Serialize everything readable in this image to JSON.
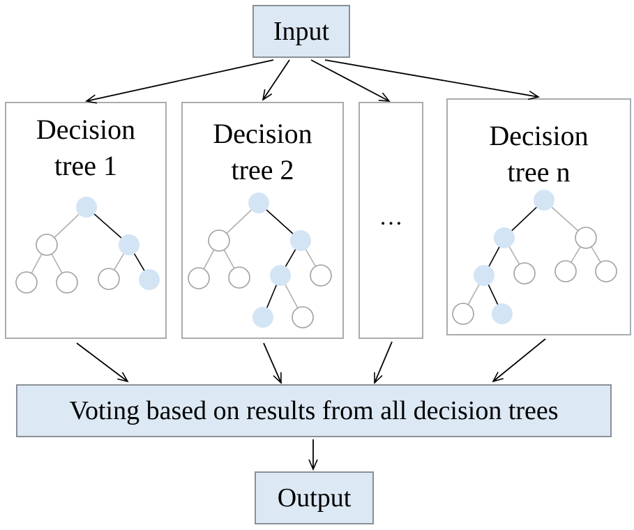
{
  "input_label": "Input",
  "output_label": "Output",
  "voting_label": "Voting based on results from all decision trees",
  "trees": [
    {
      "line1": "Decision",
      "line2": "tree 1"
    },
    {
      "line1": "Decision",
      "line2": "tree 2"
    },
    {
      "ellipsis": "…"
    },
    {
      "line1": "Decision",
      "line2": "tree n"
    }
  ],
  "colors": {
    "box_fill": "#dce8f4",
    "box_border": "#8a8f96",
    "node_active": "#d3e4f5",
    "node_inactive_stroke": "#a0a0a0",
    "edge_active": "#000000",
    "edge_inactive": "#b0b0b0"
  }
}
